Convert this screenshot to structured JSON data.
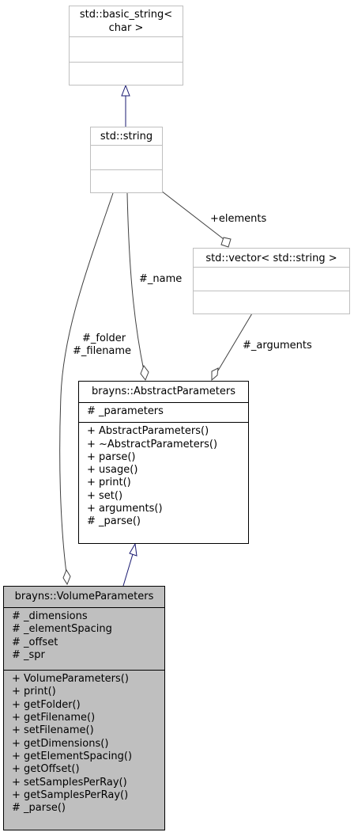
{
  "classes": {
    "basic_string": {
      "title": [
        "std::basic_string<",
        "char >"
      ]
    },
    "string": {
      "title": [
        "std::string"
      ]
    },
    "vector": {
      "title": [
        "std::vector< std::string >"
      ]
    },
    "abstract": {
      "title": [
        "brayns::AbstractParameters"
      ],
      "attributes": [
        "# _parameters"
      ],
      "methods": [
        "+ AbstractParameters()",
        "+ ~AbstractParameters()",
        "+ parse()",
        "+ usage()",
        "+ print()",
        "+ set()",
        "+ arguments()",
        "# _parse()"
      ]
    },
    "volume": {
      "title": [
        "brayns::VolumeParameters"
      ],
      "attributes": [
        "# _dimensions",
        "# _elementSpacing",
        "# _offset",
        "# _spr"
      ],
      "methods": [
        "+ VolumeParameters()",
        "+ print()",
        "+ getFolder()",
        "+ getFilename()",
        "+ setFilename()",
        "+ getDimensions()",
        "+ getElementSpacing()",
        "+ getOffset()",
        "+ setSamplesPerRay()",
        "+ getSamplesPerRay()",
        "# _parse()"
      ]
    }
  },
  "edge_labels": {
    "elements": "+elements",
    "name": "#_name",
    "arguments": "#_arguments",
    "folder": "#_folder",
    "filename": "#_filename"
  },
  "colors": {
    "inheritance_arrow": "#191970",
    "association_line": "#404040",
    "focus_fill": "#bfbfbf",
    "ghost_border": "#bfbfbf"
  }
}
